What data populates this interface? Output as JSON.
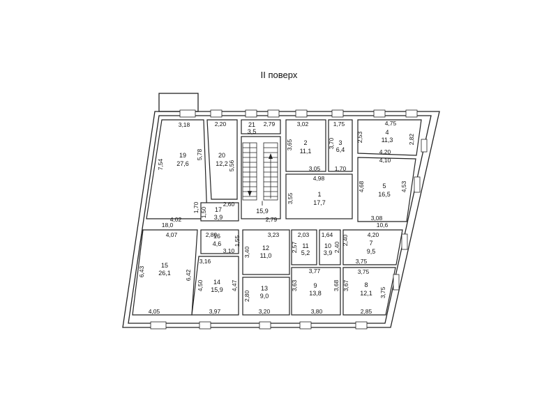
{
  "title": "II поверх",
  "rooms": [
    {
      "id": "r19",
      "number": "19",
      "area": "27,6"
    },
    {
      "id": "r20",
      "number": "20",
      "area": "12,2"
    },
    {
      "id": "r21",
      "number": "21",
      "area": "3,5"
    },
    {
      "id": "rI",
      "number": "I",
      "area": "15,9"
    },
    {
      "id": "r2",
      "number": "2",
      "area": "11,1"
    },
    {
      "id": "r3",
      "number": "3",
      "area": "6,4"
    },
    {
      "id": "r4",
      "number": "4",
      "area": "11,3"
    },
    {
      "id": "r1",
      "number": "1",
      "area": "17,7"
    },
    {
      "id": "r5",
      "number": "5",
      "area": "16,5"
    },
    {
      "id": "r17",
      "number": "17",
      "area": "3,9"
    },
    {
      "id": "r16",
      "number": "16",
      "area": "4,6"
    },
    {
      "id": "r15",
      "number": "15",
      "area": "26,1"
    },
    {
      "id": "r14",
      "number": "14",
      "area": "15,9"
    },
    {
      "id": "r12",
      "number": "12",
      "area": "11,0"
    },
    {
      "id": "r13",
      "number": "13",
      "area": "9,0"
    },
    {
      "id": "r11",
      "number": "11",
      "area": "5,2"
    },
    {
      "id": "r10",
      "number": "10",
      "area": "3,9"
    },
    {
      "id": "r9",
      "number": "9",
      "area": "13,8"
    },
    {
      "id": "r7",
      "number": "7",
      "area": "9,5"
    },
    {
      "id": "r8",
      "number": "8",
      "area": "12,1"
    }
  ],
  "dimensions": [
    "3,18",
    "2,20",
    "2,79",
    "3,02",
    "1,75",
    "4,75",
    "2,53",
    "2,82",
    "7,54",
    "5,78",
    "5,56",
    "3,65",
    "3,70",
    "4,20",
    "4,10",
    "3,05",
    "1,70",
    "4,98",
    "4,68",
    "4,53",
    "3,55",
    "2,60",
    "1,70",
    "1,50",
    "4,02",
    "18,0",
    "2,79",
    "3,08",
    "10,6",
    "4,07",
    "2,80",
    "3,23",
    "2,03",
    "1,64",
    "4,20",
    "1,55",
    "3,10",
    "2,57",
    "2,40",
    "2,40",
    "6,43",
    "6,42",
    "3,16",
    "3,40",
    "3,77",
    "3,75",
    "3,75",
    "4,50",
    "4,47",
    "2,80",
    "3,63",
    "3,68",
    "3,67",
    "3,75",
    "4,05",
    "3,97",
    "3,20",
    "3,80",
    "2,85"
  ]
}
